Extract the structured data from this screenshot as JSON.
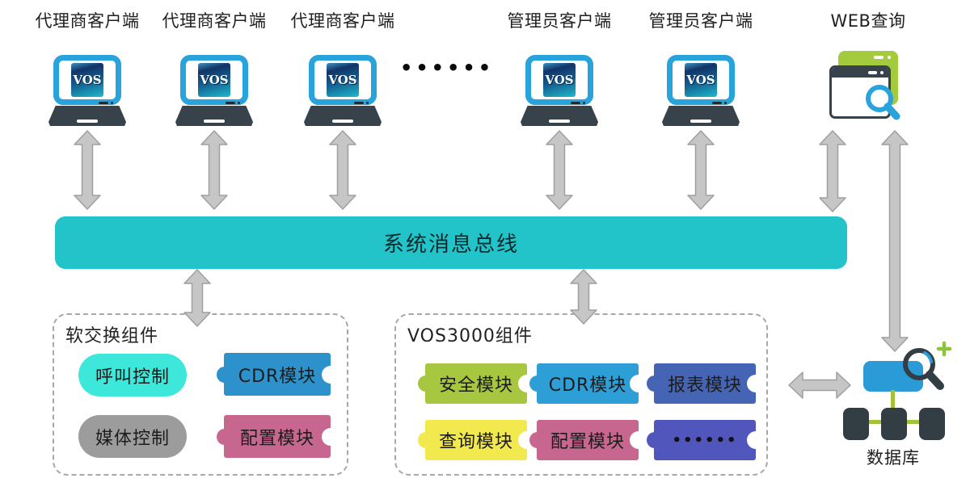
{
  "clients": [
    {
      "label": "代理商客户端"
    },
    {
      "label": "代理商客户端"
    },
    {
      "label": "代理商客户端"
    },
    {
      "label": "管理员客户端"
    },
    {
      "label": "管理员客户端"
    }
  ],
  "web_client": {
    "label": "WEB查询"
  },
  "ellipsis_clients": "••••••",
  "laptop": {
    "logo": "VOS"
  },
  "bus": {
    "label": "系统消息总线",
    "color": "#22c4c9"
  },
  "softswitch": {
    "title": "软交换组件",
    "modules": [
      {
        "label": "呼叫控制",
        "color": "#3de8da",
        "shape": "pill"
      },
      {
        "label": "CDR模块",
        "color": "#2d92cb",
        "shape": "puzzle"
      },
      {
        "label": "媒体控制",
        "color": "#9c9c9c",
        "shape": "pill"
      },
      {
        "label": "配置模块",
        "color": "#c7668e",
        "shape": "puzzle"
      }
    ]
  },
  "vos3000": {
    "title": "VOS3000组件",
    "modules": [
      {
        "label": "安全模块",
        "color": "#a6c73f",
        "shape": "puzzle"
      },
      {
        "label": "CDR模块",
        "color": "#2e9fd6",
        "shape": "puzzle"
      },
      {
        "label": "报表模块",
        "color": "#4565b4",
        "shape": "puzzle"
      },
      {
        "label": "查询模块",
        "color": "#f2e94e",
        "shape": "puzzle"
      },
      {
        "label": "配置模块",
        "color": "#c7668e",
        "shape": "puzzle"
      },
      {
        "label": "••••••",
        "color": "#5056bb",
        "shape": "puzzle"
      }
    ]
  },
  "database": {
    "label": "数据库"
  },
  "colors": {
    "arrow_fill": "#c6c6c6",
    "arrow_stroke": "#9f9f9f",
    "laptop_bezel": "#29a3db",
    "laptop_base": "#37424a",
    "web_window_green": "#a4ca3e",
    "db_blue": "#2b9bd7",
    "db_green": "#a2c23a",
    "db_dark": "#333d44"
  }
}
